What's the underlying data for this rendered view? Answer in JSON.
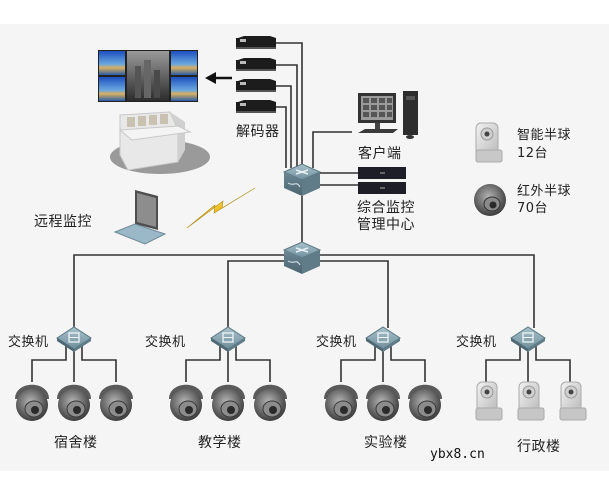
{
  "diagram": {
    "title": "校园监控网络拓扑",
    "labels": {
      "decoder": "解码器",
      "client": "客户端",
      "remote_monitoring": "远程监控",
      "mgmt_center_line1": "综合监控",
      "mgmt_center_line2": "管理中心"
    },
    "legend": [
      {
        "name": "智能半球",
        "count": "12台",
        "icon": "ptz-camera-icon"
      },
      {
        "name": "红外半球",
        "count": "70台",
        "icon": "dome-camera-icon"
      }
    ],
    "branches": [
      {
        "switch_label": "交换机",
        "building": "宿舍楼",
        "camera_type": "dome",
        "camera_count": 3
      },
      {
        "switch_label": "交换机",
        "building": "教学楼",
        "camera_type": "dome",
        "camera_count": 3
      },
      {
        "switch_label": "交换机",
        "building": "实验楼",
        "camera_type": "dome",
        "camera_count": 3
      },
      {
        "switch_label": "交换机",
        "building": "行政楼",
        "camera_type": "ptz",
        "camera_count": 3
      }
    ],
    "decoder_count": 4,
    "server_count": 2,
    "watermark": "ybx8.cn"
  },
  "colors": {
    "background": "#f5f5f5",
    "wire": "#333333",
    "switch": "#6f8f9c",
    "camera": "#6a6a6a",
    "lightning": "#f0c020"
  }
}
